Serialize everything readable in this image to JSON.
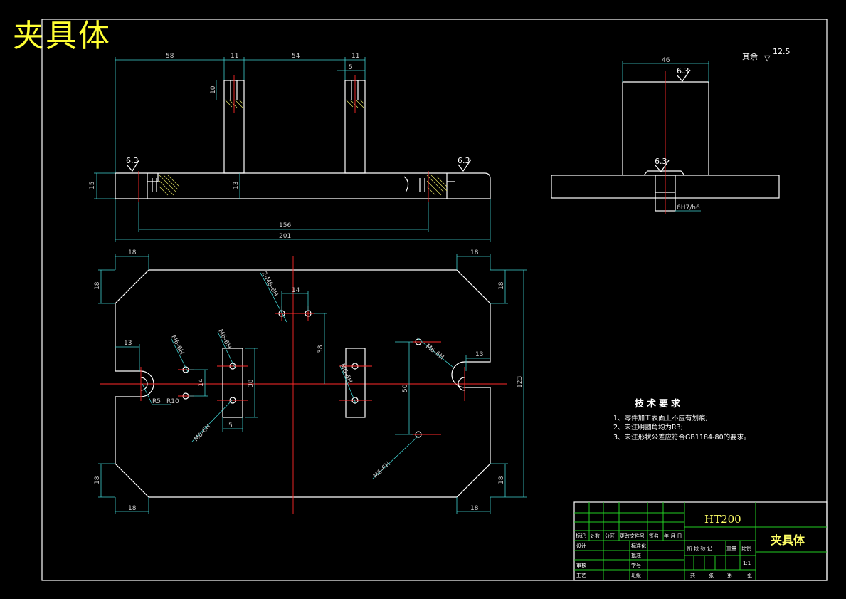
{
  "title": "夹具体",
  "roughness_note": {
    "prefix": "其余",
    "symbol": "▽",
    "value": "12.5"
  },
  "front_view": {
    "dims_top": [
      "58",
      "11",
      "54",
      "11"
    ],
    "dim_5": "5",
    "dim_10": "10",
    "dim_15": "15",
    "dim_13": "13",
    "dim_156": "156",
    "dim_201": "201",
    "roughness": [
      "6.3",
      "6.3"
    ]
  },
  "side_view": {
    "dim_46": "46",
    "roughness": [
      "6.3",
      "6.3"
    ],
    "fit": "6H7/h6"
  },
  "plan_view": {
    "corner_dims": [
      "18",
      "18",
      "18",
      "18",
      "18",
      "18",
      "18",
      "18"
    ],
    "slot_dims": [
      "13",
      "13"
    ],
    "dim_14a": "14",
    "dim_14b": "14",
    "dim_38a": "38",
    "dim_38b": "38",
    "dim_50": "50",
    "dim_5": "5",
    "dim_123": "123",
    "r5": "R5",
    "r10": "R10",
    "thread_labels": [
      "2-M6-6H",
      "M6-6H",
      "M6-6H",
      "M6-6H",
      "M6-6H",
      "M6-6H",
      "M6-6H"
    ]
  },
  "tech_requirements": {
    "heading": "技术要求",
    "items": [
      "1、零件加工表面上不应有划痕;",
      "2、未注明圆角均为R3;",
      "3、未注形状公差应符合GB1184-80的要求。"
    ]
  },
  "title_block": {
    "material": "HT200",
    "part_name": "夹具体",
    "header_cells": [
      "标记",
      "处数",
      "分区",
      "更改文件号",
      "签名",
      "年 月 日"
    ],
    "rows_left": [
      "设计",
      "审核",
      "工艺"
    ],
    "rows_mid": [
      "标准化",
      "批准",
      "学号",
      "班级"
    ],
    "stage_cells": [
      "阶 段 标 记",
      "重量",
      "比例"
    ],
    "scale": "1:1",
    "sheet_cells": [
      "共",
      "张",
      "第",
      "张"
    ]
  }
}
